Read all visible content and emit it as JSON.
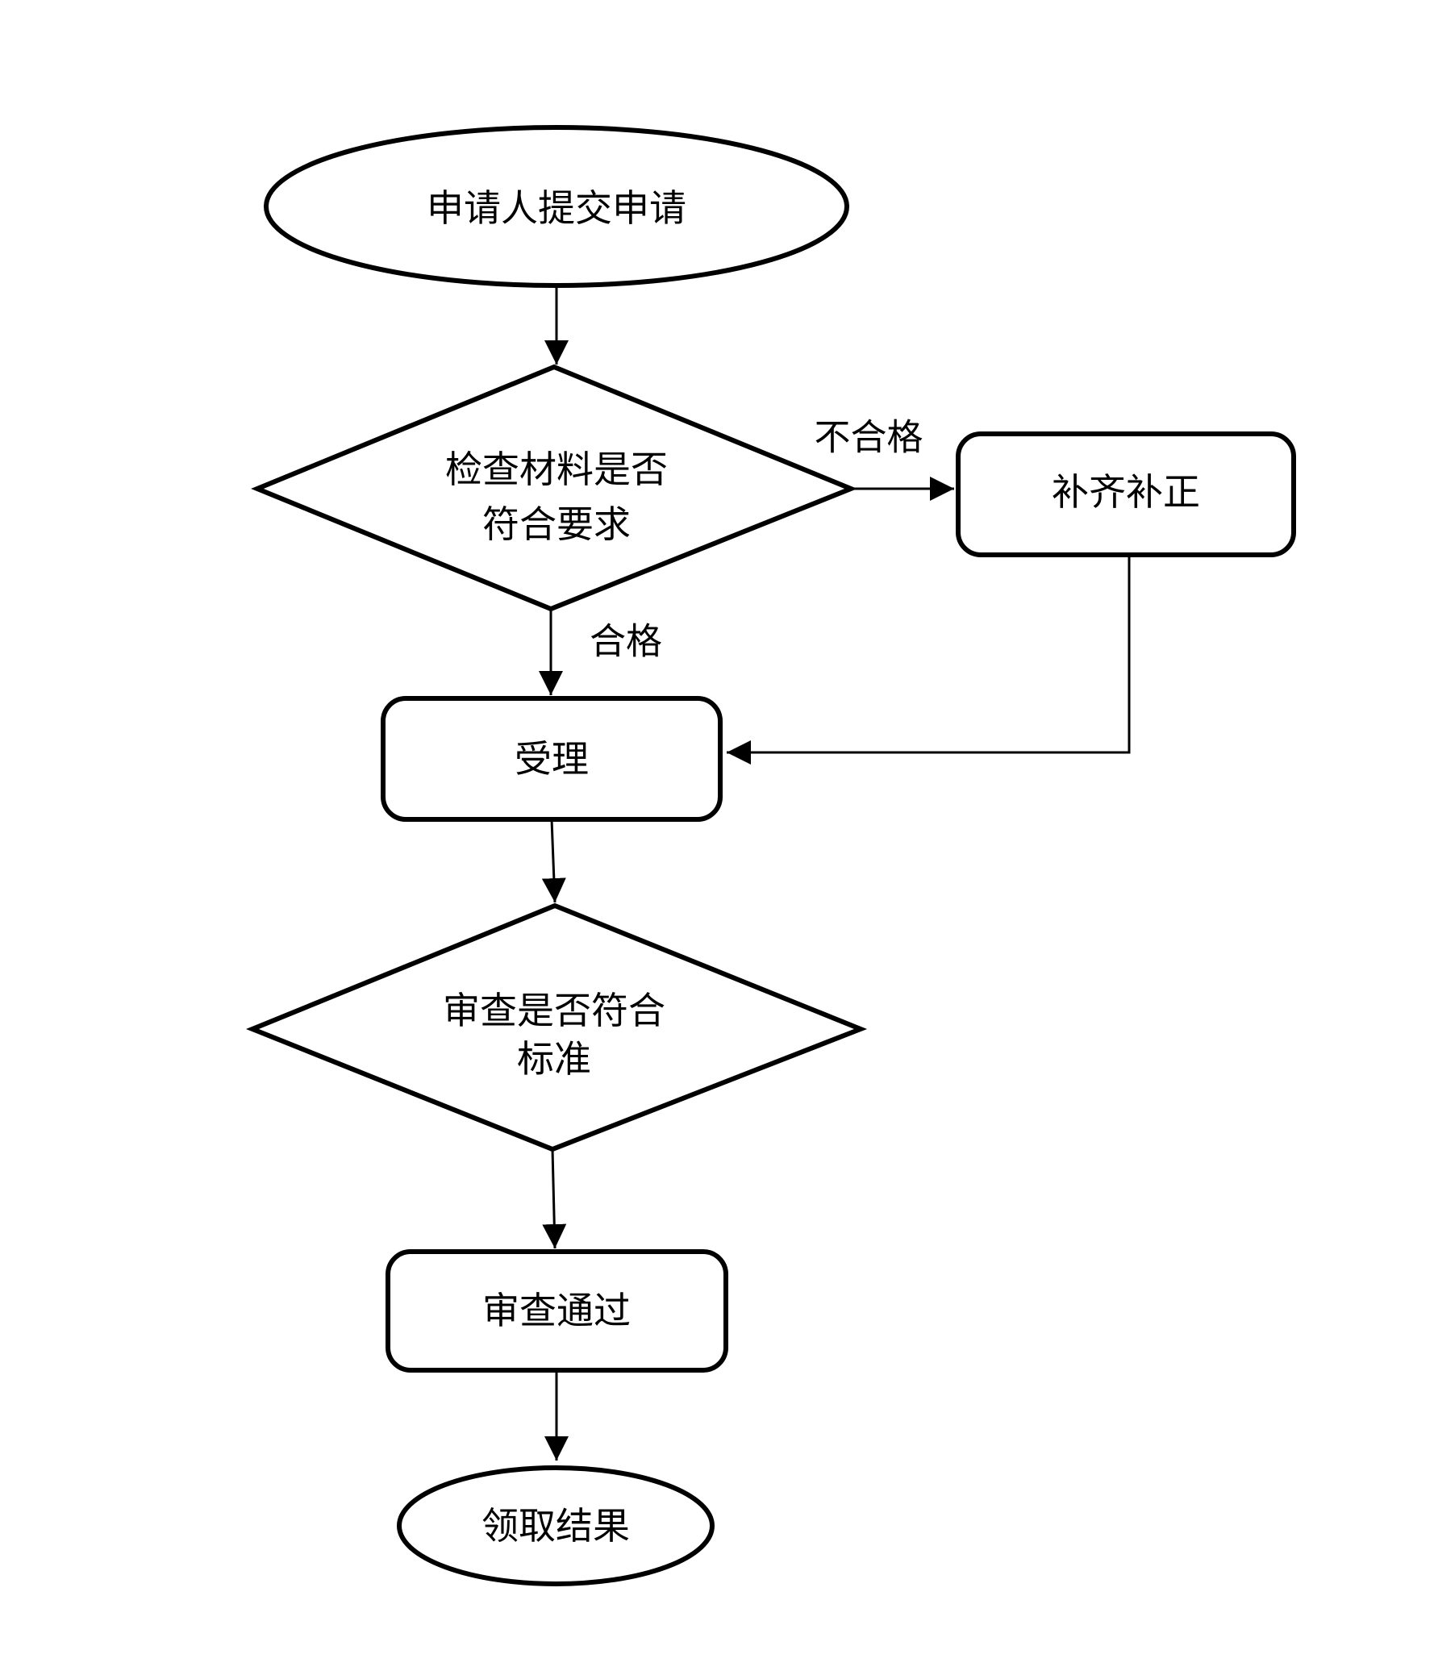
{
  "diagram": {
    "background_color": "#ffffff",
    "line_color": "#000000",
    "text_color": "#000000",
    "nodes": {
      "start": {
        "type": "terminator-ellipse",
        "label": "申请人提交申请"
      },
      "check_materials": {
        "type": "decision-diamond",
        "label_line1": "检查材料是否",
        "label_line2": "符合要求"
      },
      "supplement": {
        "type": "process-rounded-rect",
        "label": "补齐补正"
      },
      "accept": {
        "type": "process-rounded-rect",
        "label": "受理"
      },
      "review": {
        "type": "decision-diamond",
        "label_line1": "审查是否符合",
        "label_line2": "标准"
      },
      "review_passed": {
        "type": "process-rounded-rect",
        "label": "审查通过"
      },
      "end": {
        "type": "terminator-ellipse",
        "label": "领取结果"
      }
    },
    "edge_labels": {
      "fail": "不合格",
      "pass": "合格"
    }
  }
}
